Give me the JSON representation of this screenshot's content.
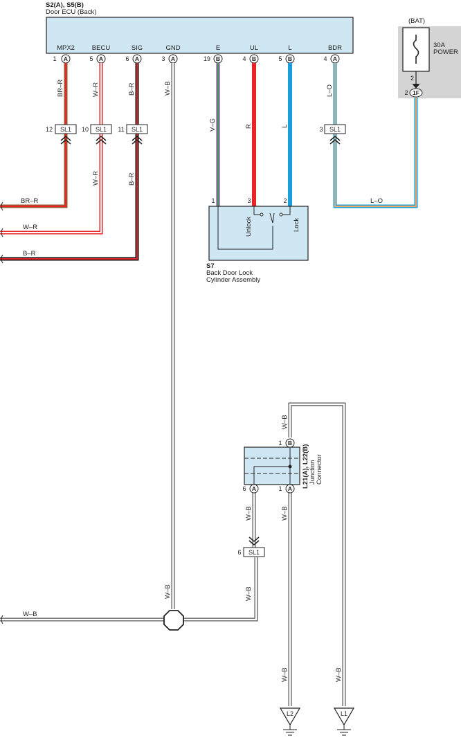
{
  "ecu": {
    "code": "S2(A), S5(B)",
    "name": "Door ECU (Back)",
    "terminals": [
      {
        "label": "MPX2",
        "pin": "1",
        "conn": "A"
      },
      {
        "label": "BECU",
        "pin": "5",
        "conn": "A"
      },
      {
        "label": "SIG",
        "pin": "6",
        "conn": "A"
      },
      {
        "label": "GND",
        "pin": "3",
        "conn": "A"
      },
      {
        "label": "E",
        "pin": "19",
        "conn": "B"
      },
      {
        "label": "UL",
        "pin": "4",
        "conn": "B"
      },
      {
        "label": "L",
        "pin": "5",
        "conn": "B"
      },
      {
        "label": "BDR",
        "pin": "4",
        "conn": "A"
      }
    ]
  },
  "battery": {
    "label": "(BAT)",
    "fuse_amp": "30A",
    "fuse_name": "POWER",
    "pin_top": "2",
    "pin_bottom": "2",
    "connector": "1F"
  },
  "wires": {
    "mpx2": "BR–R",
    "becu": "W–R",
    "sig": "B–R",
    "gnd": "W–B",
    "e": "V–G",
    "ul": "R",
    "l": "L",
    "bdr": "L–O",
    "bdr_lower": "L–O",
    "left_mpx2": "BR–R",
    "left_becu": "W–R",
    "left_sig": "B–R",
    "becu_lower": "W–R",
    "sig_lower": "B–R",
    "gnd_left": "W–B",
    "gnd_lower": "W–B",
    "jc_top": "W–B",
    "jc_a6": "W–B",
    "jc_a6_lower": "W–B",
    "jc_a1": "W–B",
    "l2_wire": "W–B",
    "l1_wire": "W–B"
  },
  "splices": {
    "label": "SL1",
    "mpx2_pin": "12",
    "becu_pin": "10",
    "sig_pin": "11",
    "bdr_pin": "3",
    "lower_pin": "6"
  },
  "switch": {
    "code": "S7",
    "name_line1": "Back Door Lock",
    "name_line2": "Cylinder Assembly",
    "pin_e": "1",
    "pin_ul": "3",
    "pin_l": "2",
    "unlock": "Unlock",
    "lock": "Lock"
  },
  "junction": {
    "code": "L21(A), L22(B)",
    "name_line1": "Junction",
    "name_line2": "Connector",
    "top_pin": "1",
    "top_conn": "B",
    "left_pin": "6",
    "left_conn": "A",
    "right_pin": "1",
    "right_conn": "A"
  },
  "grounds": {
    "l2": "L2",
    "l1": "L1"
  },
  "colors": {
    "component_fill": "#cfe6f3",
    "red": "#e8262a",
    "blue": "#1aa0dc",
    "orange": "#f0a860",
    "purple": "#7a4fa0",
    "green": "#4aa04a",
    "brown": "#9a5a30",
    "grey_panel": "#d4d4d4"
  }
}
